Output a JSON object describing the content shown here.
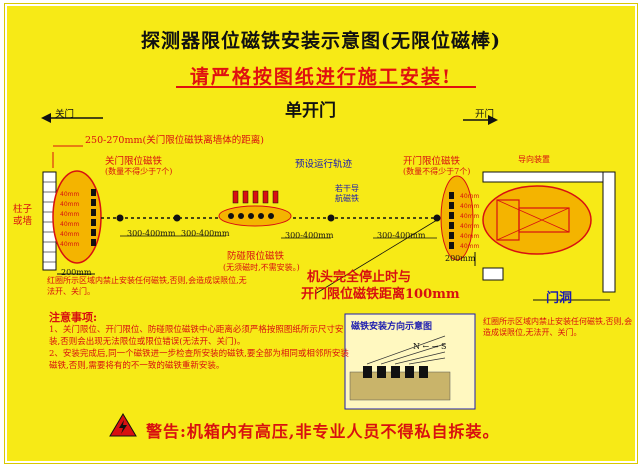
{
  "title": "探测器限位磁铁安装示意图(无限位磁棒)",
  "subtitle": "请严格按图纸进行施工安装!",
  "door_type": "单开门",
  "labels": {
    "close_door": "关门",
    "open_door": "开门",
    "wall_distance": "250-270mm(关门限位磁铁离墙体的距离)",
    "close_magnet": "关门限位磁铁",
    "close_magnet_qty": "(数量不得少于7个)",
    "pillar_wall": "柱子或墙",
    "preset_track": "预设运行轨迹",
    "magnet_group": "若干导航磁铁",
    "open_magnet": "开门限位磁铁",
    "open_magnet_qty": "(数量不得少于7个)",
    "motor": "导向装置",
    "gap": "300-400mm",
    "dim_200": "200mm",
    "slowdown_magnet": "防碰限位磁铁",
    "slowdown_note": "(无须磁时,不需安装。)",
    "red_circle_warning": "红圈所示区域内禁止安装任何磁铁,否则,会造成误限位,无法开、关门。",
    "stop_note_1": "机头完全停止时与",
    "stop_note_2": "开门限位磁铁距离100mm",
    "door_hole": "门洞",
    "right_zone_warning": "红圈所示区域内禁止安装任何磁铁,否则,会造成误限位,无法开、关门。",
    "orientation_title": "磁铁安装方向示意图",
    "inset_axis": "N ← → S"
  },
  "notes": {
    "title": "注意事项:",
    "item1": "1、关门限位、开门限位、防碰限位磁铁中心距离必须严格按照图纸所示尺寸安装,否则会出现无法限位或限位错误(无法开、关门)。",
    "item2": "2、安装完成后,同一个磁铁进一步检查所安装的磁铁,要全部为相同或相邻所安装磁铁,否则,需要将有的不一致的磁铁重新安装。"
  },
  "warning": "警告:机箱内有高压,非专业人员不得私自拆装。"
}
